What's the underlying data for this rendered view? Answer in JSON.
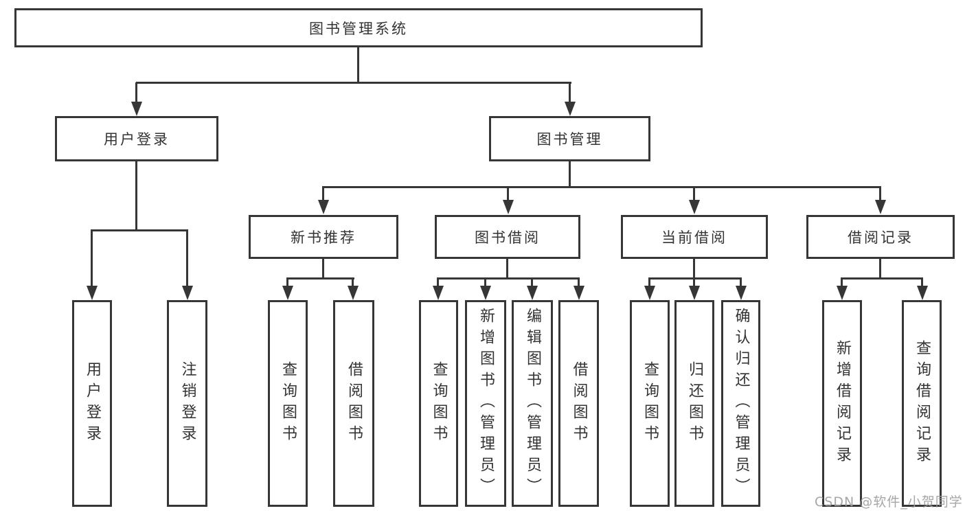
{
  "diagram": {
    "root": {
      "label": "图书管理系统"
    },
    "branches": [
      {
        "label": "用户登录",
        "children": [
          {
            "label": "用户登录"
          },
          {
            "label": "注销登录"
          }
        ]
      },
      {
        "label": "图书管理",
        "children": [
          {
            "label": "新书推荐",
            "children": [
              {
                "label": "查询图书"
              },
              {
                "label": "借阅图书"
              }
            ]
          },
          {
            "label": "图书借阅",
            "children": [
              {
                "label": "查询图书"
              },
              {
                "label": "新增图书（管理员）"
              },
              {
                "label": "编辑图书（管理员）"
              },
              {
                "label": "借阅图书"
              }
            ]
          },
          {
            "label": "当前借阅",
            "children": [
              {
                "label": "查询图书"
              },
              {
                "label": "归还图书"
              },
              {
                "label": "确认归还（管理员）"
              }
            ]
          },
          {
            "label": "借阅记录",
            "children": [
              {
                "label": "新增借阅记录"
              },
              {
                "label": "查询借阅记录"
              }
            ]
          }
        ]
      }
    ]
  },
  "colors": {
    "line": "#363636",
    "text": "#333333",
    "watermark": "#9e9e9e",
    "background": "#ffffff"
  },
  "watermark": {
    "text": "CSDN @软件_小贺同学"
  }
}
